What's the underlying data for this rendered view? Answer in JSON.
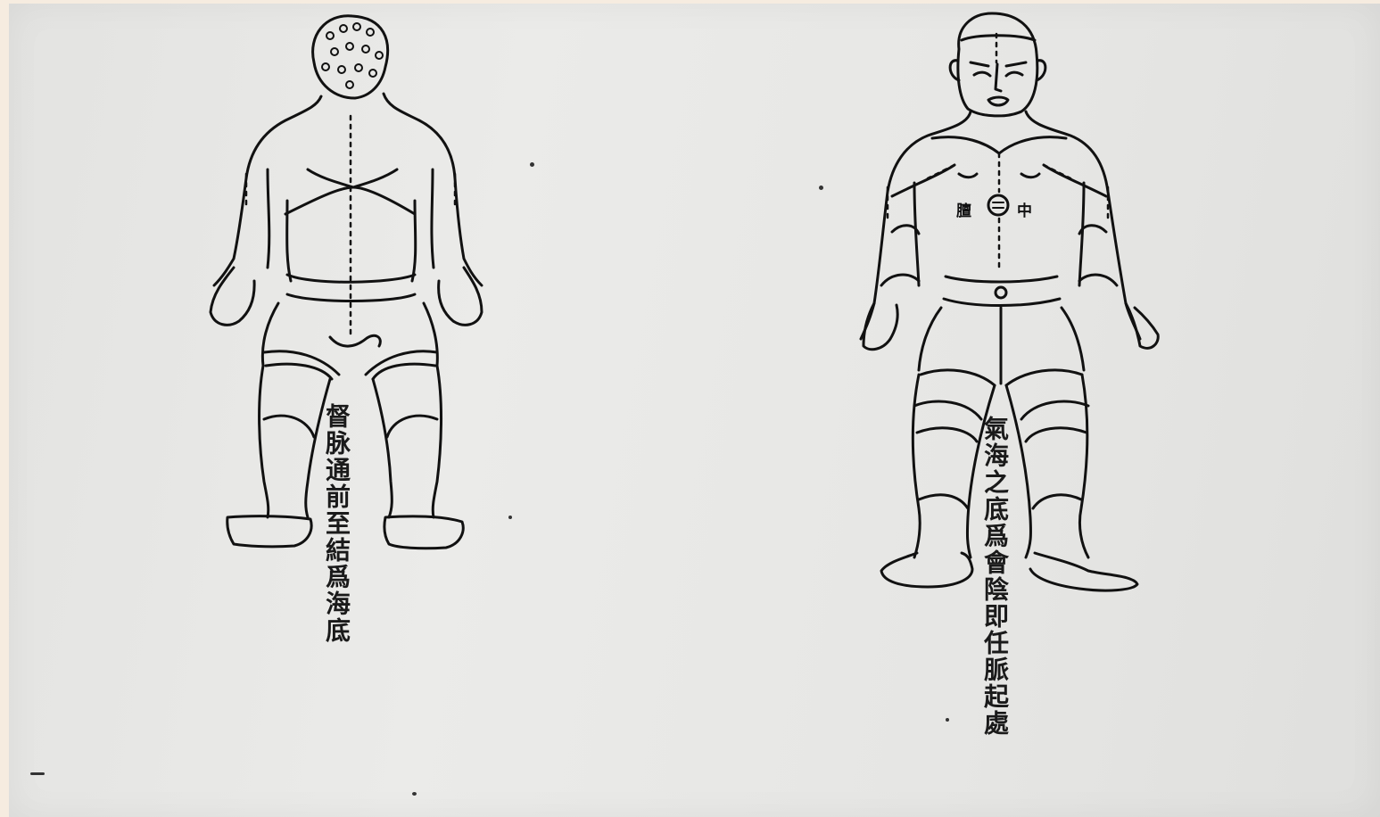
{
  "figures": {
    "back_view": {
      "caption": "督脉通前至結爲海底"
    },
    "front_view": {
      "caption": "氣海之底爲會陰即任脈起處",
      "chest_label_left": "膻",
      "chest_label_right": "中"
    }
  },
  "colors": {
    "ink": "#111111",
    "paper": "#e8e8e6",
    "border": "#f6ece0"
  }
}
